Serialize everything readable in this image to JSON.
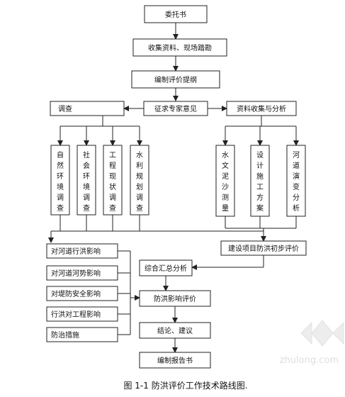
{
  "nodes": {
    "delegation": "委托书",
    "collect": "收集资料、现场踏勘",
    "outline": "编制评价提纲",
    "survey": "调查",
    "experts": "征求专家意见",
    "analysis": "资料收集与分析",
    "natural": "自然环境调查",
    "social": "社会环境调查",
    "engineering": "工程现状调查",
    "water_plan": "水利规划调查",
    "hydro": "水文泥沙测量",
    "design": "设计施工方案",
    "channel": "河道演变分析",
    "initial_eval": "建设项目防洪初步评价",
    "flood_effect": "对河道行洪影响",
    "stability": "对河道河势影响",
    "dike_safety": "对堤防安全影响",
    "flood_project": "行洪对工程影响",
    "measures": "防治措施",
    "summary": "综合汇总分析",
    "impact_eval": "防洪影响评价",
    "conclusion": "结论、建议",
    "report": "编制报告书"
  },
  "caption": "图 1-1  防洪评价工作技术路线图.",
  "watermark": "zhulong.com"
}
